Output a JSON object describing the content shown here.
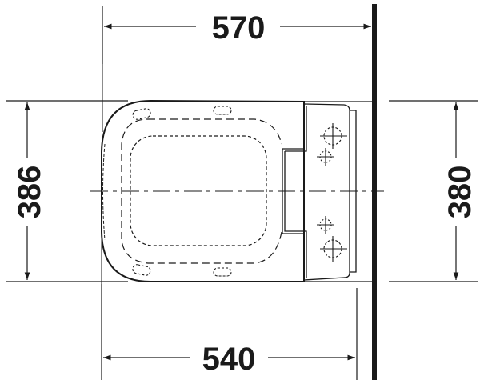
{
  "drawing": {
    "subject": "wall-hung toilet top view",
    "dimensions": {
      "top_width": "570",
      "bottom_width": "540",
      "left_height": "386",
      "right_height": "380"
    },
    "colors": {
      "line": "#1a1a1a",
      "background": "#ffffff"
    }
  }
}
